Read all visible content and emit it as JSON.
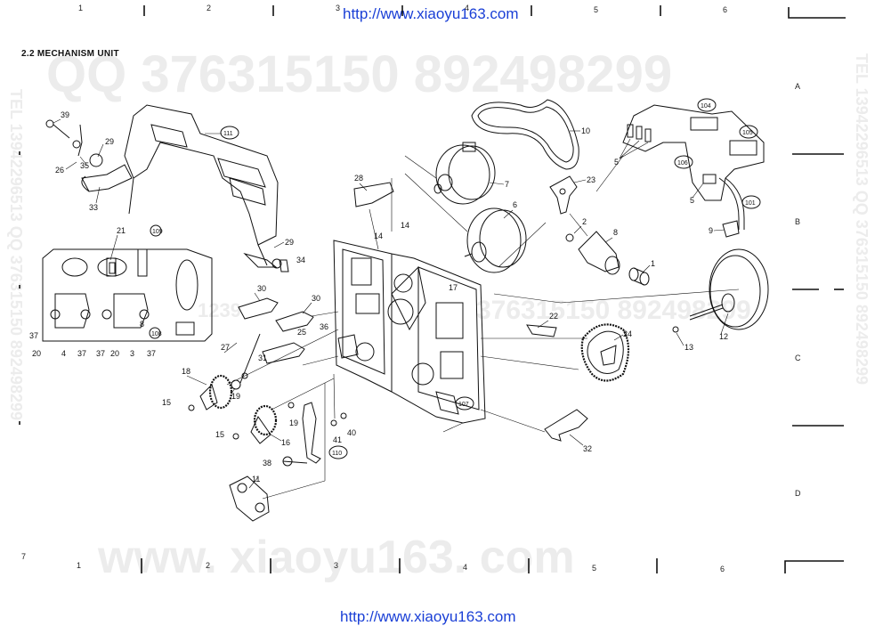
{
  "header": {
    "url_top": "http://www.xiaoyu163.com",
    "url_bottom": "http://www.xiaoyu163.com",
    "section_title": "2.2  MECHANISM  UNIT",
    "page_number": "7"
  },
  "grid": {
    "columns_top": [
      "1",
      "2",
      "3",
      "4",
      "5",
      "6"
    ],
    "columns_bottom": [
      "1",
      "2",
      "3",
      "4",
      "5",
      "6"
    ],
    "rows": [
      "A",
      "B",
      "C",
      "D"
    ]
  },
  "watermarks": {
    "qq_top": "QQ 376315150   892498299",
    "mid_right": "376315150  892498299",
    "mid_left": "1239",
    "bottom": "www. xiaoyu163. com",
    "vertical_right": "TEL 13942296513  QQ 376315150  892498299",
    "vertical_left": "TEL 13942296513  QQ 376315150  892498299"
  },
  "parts": {
    "p1": "1",
    "p2": "2",
    "p3": "3",
    "p4": "4",
    "p5a": "5",
    "p5b": "5",
    "p6": "6",
    "p7": "7",
    "p8a": "8",
    "p8b": "8",
    "p9": "9",
    "p10": "10",
    "p11": "11",
    "p12": "12",
    "p13": "13",
    "p14a": "14",
    "p14b": "14",
    "p15a": "15",
    "p15b": "15",
    "p16": "16",
    "p17": "17",
    "p18": "18",
    "p19a": "19",
    "p19b": "19",
    "p20a": "20",
    "p20b": "20",
    "p21": "21",
    "p22": "22",
    "p23": "23",
    "p24": "24",
    "p25": "25",
    "p26": "26",
    "p27": "27",
    "p28": "28",
    "p29a": "29",
    "p29b": "29",
    "p30a": "30",
    "p30b": "30",
    "p31": "31",
    "p32": "32",
    "p33": "33",
    "p34": "34",
    "p35": "35",
    "p36": "36",
    "p37a": "37",
    "p37b": "37",
    "p37c": "37",
    "p37d": "37",
    "p38": "38",
    "p39": "39",
    "p40": "40",
    "p41": "41",
    "p101": "101",
    "p104": "104",
    "p105": "105",
    "p106": "106",
    "p107": "107",
    "p108a": "108",
    "p108b": "108",
    "p109": "109",
    "p110": "110",
    "p111": "111"
  }
}
